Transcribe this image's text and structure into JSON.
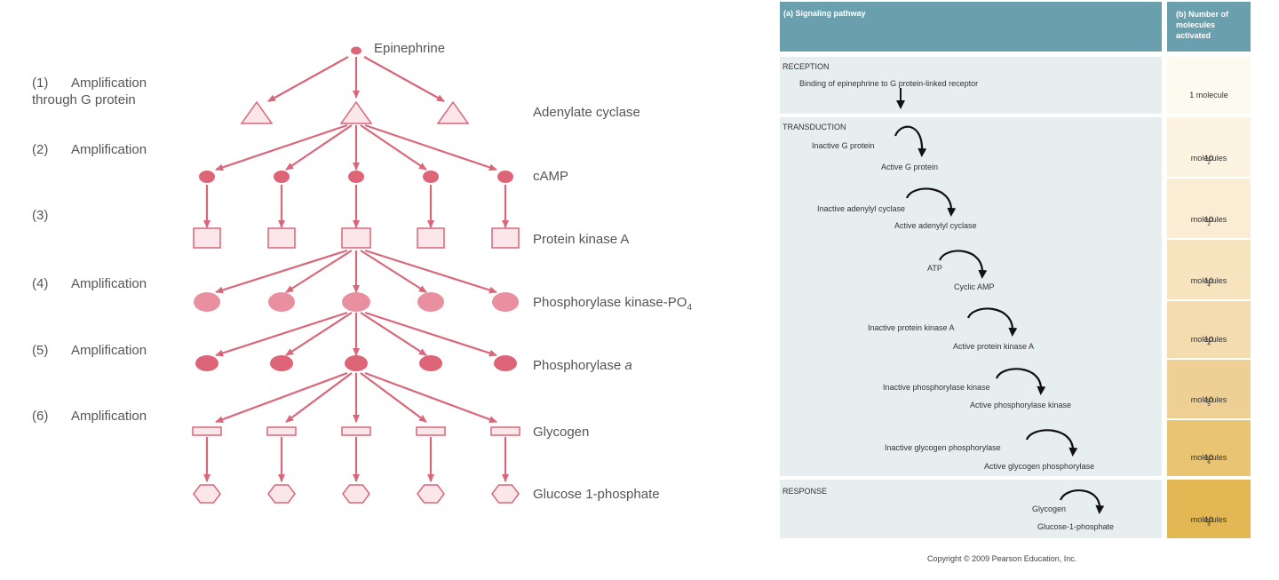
{
  "cascade": {
    "colors": {
      "stroke": "#d9677a",
      "fill_light": "#fbe6ea",
      "fill_mid": "#e8909f",
      "fill_dark": "#de6478"
    },
    "steps": [
      {
        "num": "(1)",
        "text": "Amplification\nthrough G protein"
      },
      {
        "num": "(2)",
        "text": "Amplification"
      },
      {
        "num": "(3)",
        "text": ""
      },
      {
        "num": "(4)",
        "text": "Amplification"
      },
      {
        "num": "(5)",
        "text": "Amplification"
      },
      {
        "num": "(6)",
        "text": "Amplification"
      }
    ],
    "molecules": {
      "epinephrine": "Epinephrine",
      "adenylate_cyclase": "Adenylate cyclase",
      "camp": "cAMP",
      "protein_kinase_a": "Protein kinase A",
      "phosphorylase_kinase": "Phosphorylase kinase-PO",
      "phosphorylase_kinase_sub": "4",
      "phosphorylase_a": "Phosphorylase ",
      "phosphorylase_a_italic": "a",
      "glycogen": "Glycogen",
      "glucose": "Glucose 1-phosphate"
    }
  },
  "pathway": {
    "colors": {
      "header": "#6aa0ad",
      "section": "#e6eef0"
    },
    "header_a": "(a) Signaling pathway",
    "header_b": "(b) Number of molecules activated",
    "sections": {
      "reception": "RECEPTION",
      "transduction": "TRANSDUCTION",
      "response": "RESPONSE"
    },
    "steps": {
      "binding": "Binding of epinephrine to G protein-linked receptor",
      "g_inactive": "Inactive G protein",
      "g_active": "Active G protein",
      "ac_inactive": "Inactive adenylyl cyclase",
      "ac_active": "Active adenylyl cyclase",
      "atp": "ATP",
      "camp": "Cyclic AMP",
      "pka_inactive": "Inactive protein kinase A",
      "pka_active": "Active protein kinase A",
      "phk_inactive": "Inactive phosphorylase kinase",
      "phk_active": "Active phosphorylase kinase",
      "gp_inactive": "Inactive glycogen phosphorylase",
      "gp_active": "Active glycogen phosphorylase",
      "glycogen": "Glycogen",
      "glucose": "Glucose-1-phosphate"
    },
    "counts": [
      {
        "base": "1 molecule",
        "exp": "",
        "color": "#fdfaf0"
      },
      {
        "base": "10",
        "exp": "2",
        "unit": " molecules",
        "color": "#fcf3e0"
      },
      {
        "base": "10",
        "exp": "2",
        "unit": " molecules",
        "color": "#faedd3"
      },
      {
        "base": "10",
        "exp": "4",
        "unit": " molecules",
        "color": "#f7e4bf"
      },
      {
        "base": "10",
        "exp": "4",
        "unit": " molecules",
        "color": "#f4dcae"
      },
      {
        "base": "10",
        "exp": "5",
        "unit": " molecules",
        "color": "#efd094"
      },
      {
        "base": "10",
        "exp": "6",
        "unit": " molecules",
        "color": "#e9c472"
      },
      {
        "base": "10",
        "exp": "8",
        "unit": " molecules",
        "color": "#e3b754"
      }
    ],
    "copyright": "Copyright © 2009 Pearson Education, Inc."
  }
}
